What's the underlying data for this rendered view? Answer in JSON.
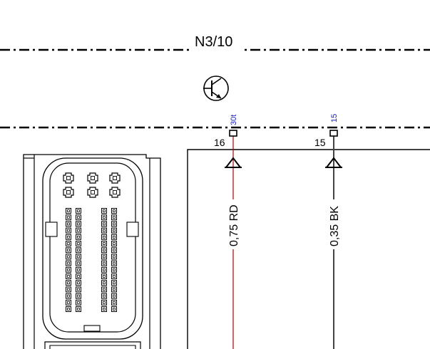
{
  "component": {
    "label": "N3/10"
  },
  "pins": [
    {
      "id": "left",
      "number": "16",
      "terminal": "30t",
      "wire_label": "0,75 RD",
      "wire_color": "#b40000"
    },
    {
      "id": "right",
      "number": "15",
      "terminal": "15",
      "wire_label": "0,35 BK",
      "wire_color": "#444444"
    }
  ],
  "colors": {
    "line": "#000000",
    "terminal_text": "#1a24c8"
  },
  "icons": {
    "component_symbol": "transistor-icon",
    "connector_drawing": "connector-face-icon",
    "plug_arrow": "plug-arrow-icon"
  }
}
